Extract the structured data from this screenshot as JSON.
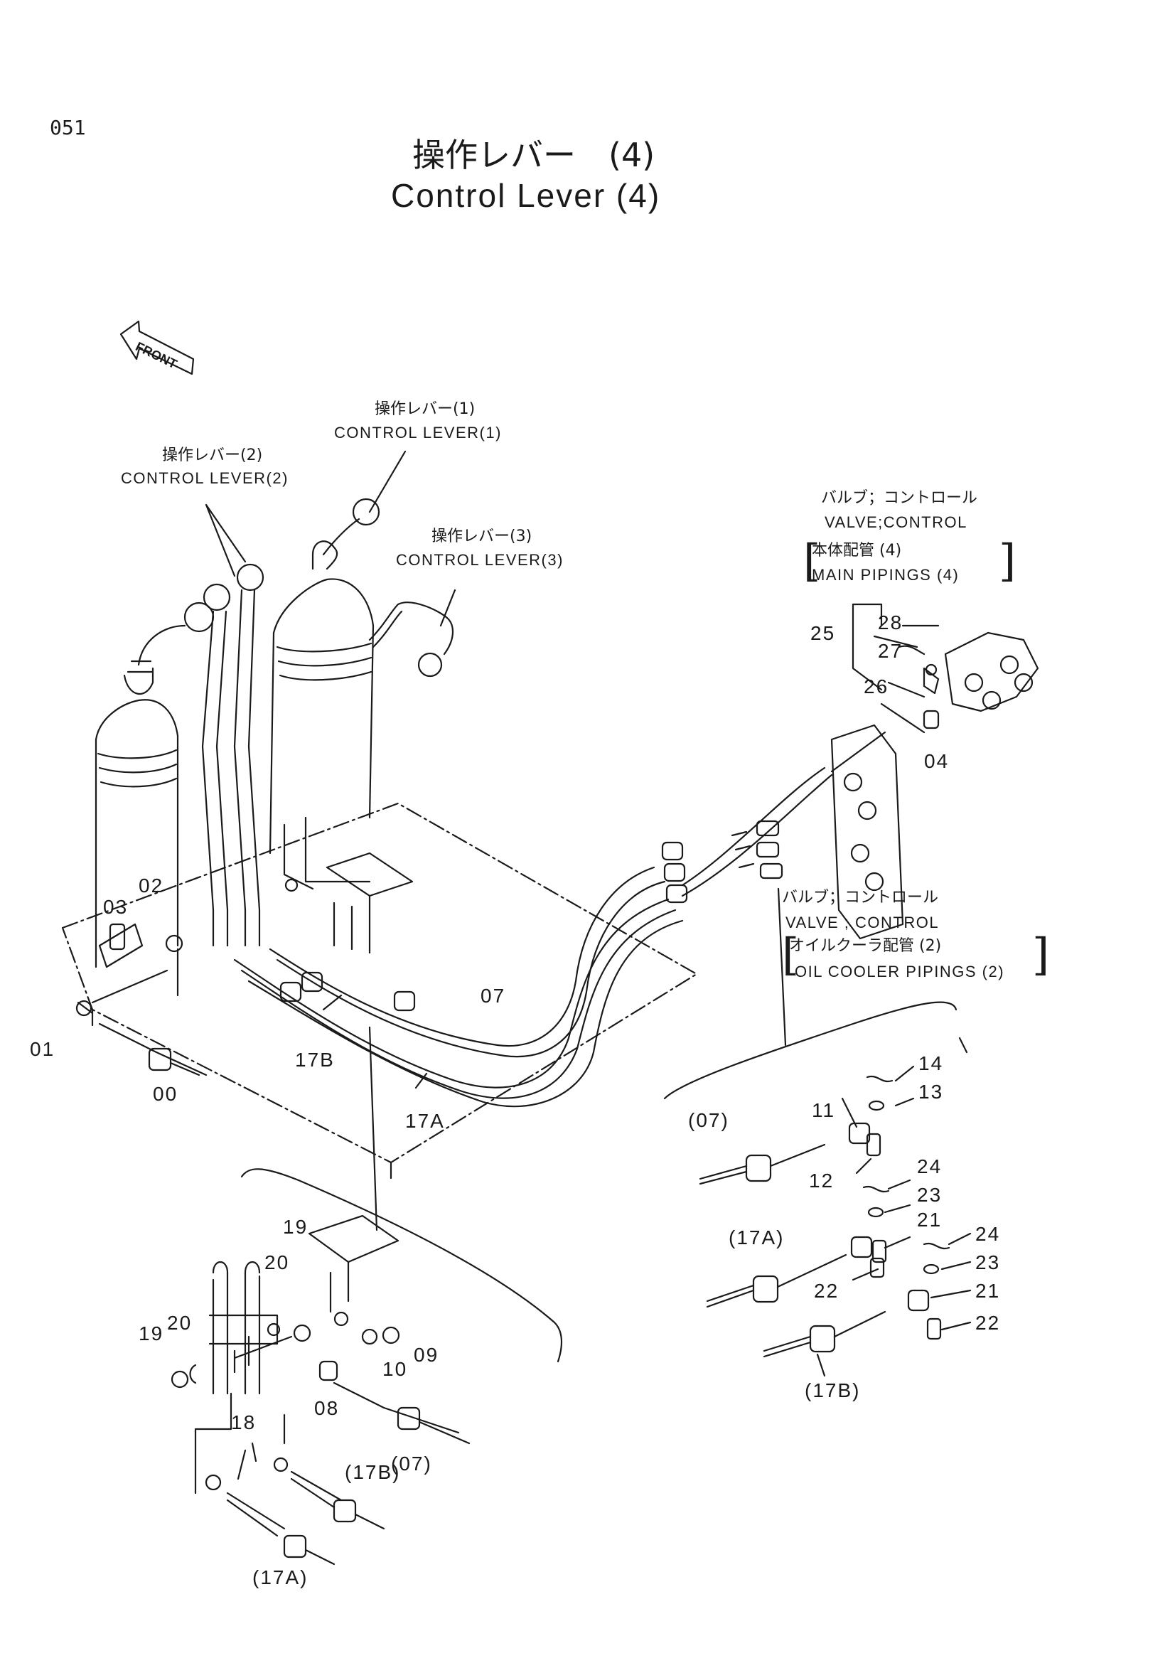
{
  "page_number": "051",
  "title_jp": "操作レバー　(4)",
  "title_en": "Control Lever (4)",
  "front_label": "FRONT",
  "callouts": {
    "lever1_jp": "操作レバー(1)",
    "lever1_en": "CONTROL LEVER(1)",
    "lever2_jp": "操作レバー(2)",
    "lever2_en": "CONTROL LEVER(2)",
    "lever3_jp": "操作レバー(3)",
    "lever3_en": "CONTROL LEVER(3)",
    "valve1_jp": "バルブ；コントロール",
    "valve1_en": "VALVE;CONTROL",
    "valve1_sub_jp": "本体配管 (4)",
    "valve1_sub_en": "MAIN PIPINGS (4)",
    "valve2_jp": "バルブ；コントロール",
    "valve2_en": "VALVE ; CONTROL",
    "valve2_sub_jp": "オイルクーラ配管 (2)",
    "valve2_sub_en": "OIL COOLER PIPINGS (2)"
  },
  "part_numbers": {
    "p00": "00",
    "p01": "01",
    "p02": "02",
    "p03": "03",
    "p04": "04",
    "p07": "07",
    "p17A": "17A",
    "p17B": "17B",
    "p25": "25",
    "p26": "26",
    "p27": "27",
    "p28": "28",
    "d1_11": "11",
    "d1_12": "12",
    "d1_13": "13",
    "d1_14": "14",
    "d1_07": "(07)",
    "d1_17A": "(17A)",
    "d1_21": "21",
    "d1_22": "22",
    "d1_23": "23",
    "d1_24": "24",
    "d1_21b": "21",
    "d1_22b": "22",
    "d1_23b": "23",
    "d1_24b": "24",
    "d1_17B": "(17B)",
    "d2_19": "19",
    "d2_20": "20",
    "d2_19b": "19",
    "d2_20b": "20",
    "d2_09": "09",
    "d2_10": "10",
    "d2_08": "08",
    "d2_07": "(07)",
    "d2_18": "18",
    "d2_17B": "(17B)",
    "d2_17A": "(17A)"
  }
}
